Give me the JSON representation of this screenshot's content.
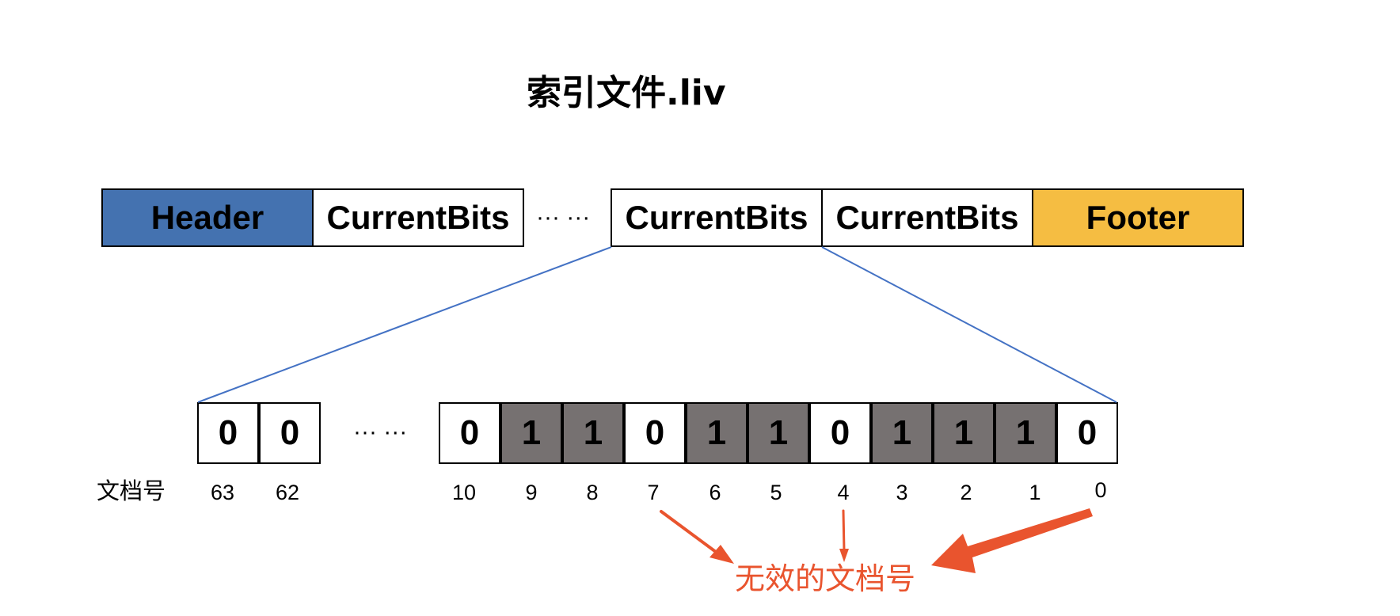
{
  "title": "索引文件.liv",
  "file_blocks": [
    {
      "label": "Header",
      "kind": "header"
    },
    {
      "label": "CurrentBits",
      "kind": "plain"
    },
    {
      "label": "CurrentBits",
      "kind": "plain"
    },
    {
      "label": "CurrentBits",
      "kind": "plain"
    },
    {
      "label": "Footer",
      "kind": "footer"
    }
  ],
  "top_ellipsis": "··· ···",
  "bit_ellipsis": "··· ···",
  "bits": [
    {
      "value": "0",
      "doc": "63"
    },
    {
      "value": "0",
      "doc": "62"
    },
    {
      "value": "0",
      "doc": "10"
    },
    {
      "value": "1",
      "doc": "9"
    },
    {
      "value": "1",
      "doc": "8"
    },
    {
      "value": "0",
      "doc": "7"
    },
    {
      "value": "1",
      "doc": "6"
    },
    {
      "value": "1",
      "doc": "5"
    },
    {
      "value": "0",
      "doc": "4"
    },
    {
      "value": "1",
      "doc": "3"
    },
    {
      "value": "1",
      "doc": "2"
    },
    {
      "value": "1",
      "doc": "1"
    },
    {
      "value": "0",
      "doc": "0"
    }
  ],
  "doc_label": "文档号",
  "annotation": "无效的文档号",
  "colors": {
    "header": "#4472b0",
    "footer": "#f5bd42",
    "set_bit": "#767171",
    "zoom_lines": "#4472c4",
    "annotation": "#e9542e"
  }
}
